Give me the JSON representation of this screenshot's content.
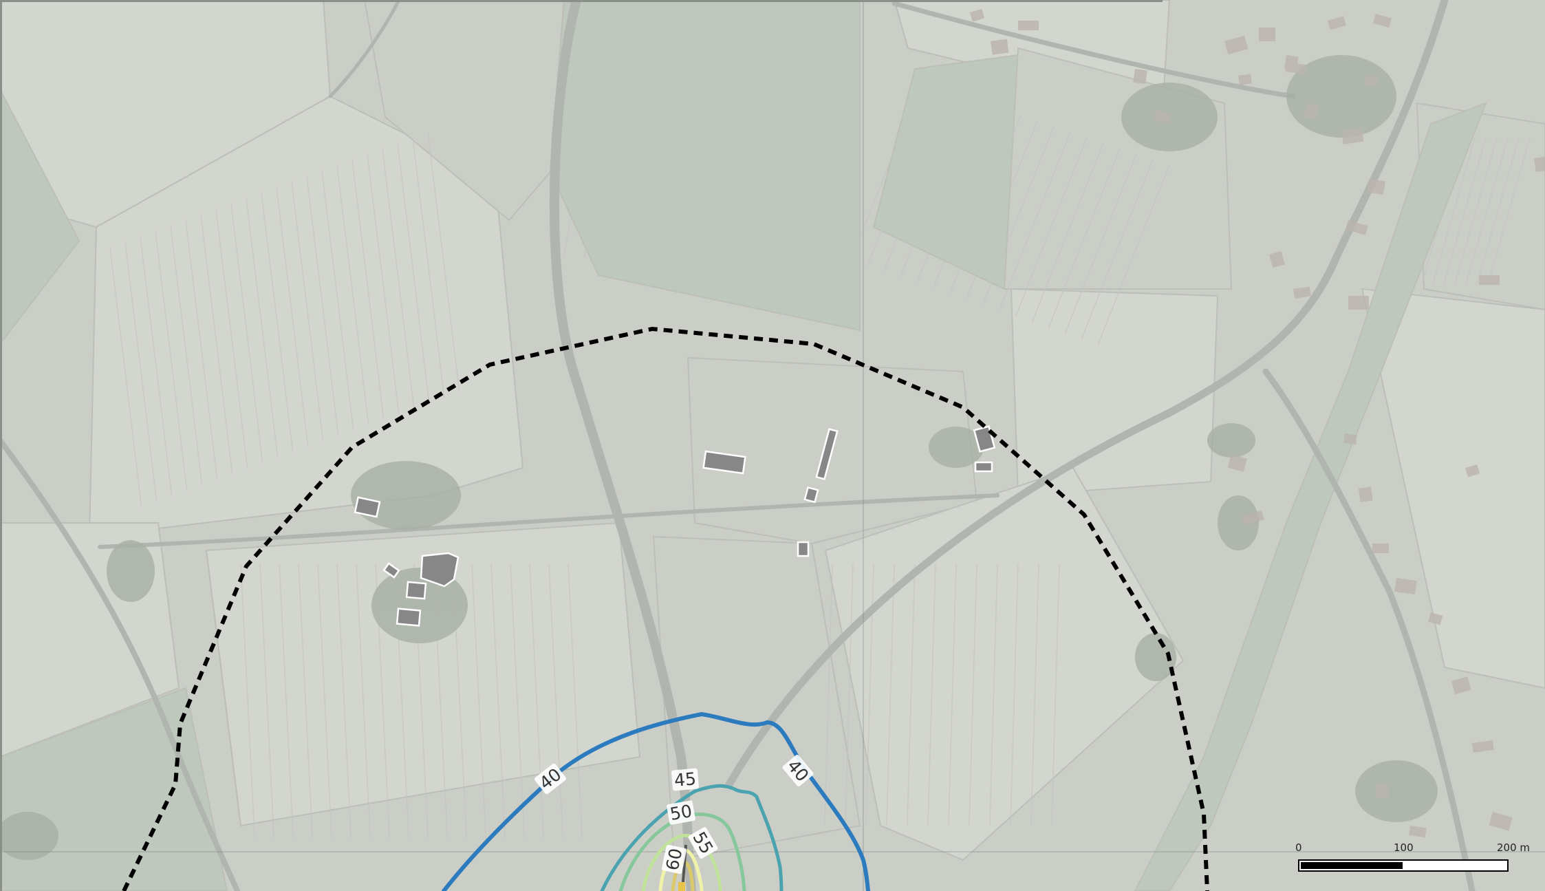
{
  "map": {
    "colors": {
      "field_base": "#c6c9c1",
      "field_alt": "#cfd2ca",
      "field_green": "#b7c2b6",
      "road": "#a9ada6",
      "building": "#7a7a7a",
      "tree": "#9da79b",
      "isoline_dashed": "#000000"
    },
    "contours": [
      {
        "value": 40,
        "color": "#2c7bbf",
        "labels": [
          "40",
          "40"
        ]
      },
      {
        "value": 45,
        "color": "#4ba3b0",
        "labels": [
          "45"
        ]
      },
      {
        "value": 50,
        "color": "#86c79b",
        "labels": [
          "50"
        ]
      },
      {
        "value": 55,
        "color": "#c0e29a",
        "labels": [
          "55"
        ]
      },
      {
        "value": 60,
        "color": "#f0f2a8",
        "labels": [
          "60"
        ]
      }
    ],
    "source_marker_color": "#e8c54a"
  },
  "scale_bar": {
    "labels": [
      "0",
      "100",
      "200 m"
    ]
  }
}
